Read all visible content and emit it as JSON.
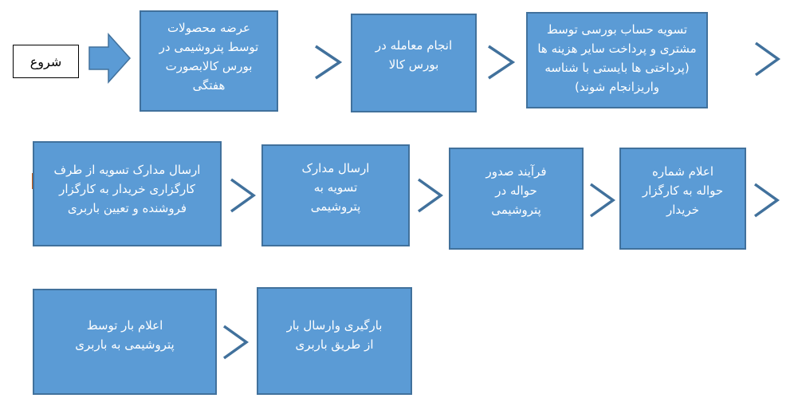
{
  "diagram": {
    "type": "flowchart",
    "direction": "left-to-right, wrapping rows",
    "colors": {
      "box_fill": "#5b9bd5",
      "box_border": "#41719c",
      "box_text": "#ffffff",
      "chevron": "#41719c",
      "start_border": "#000000"
    },
    "start": {
      "label": "شروع"
    },
    "steps": [
      {
        "id": 1,
        "label": "عرضه محصولات\nتوسط پتروشیمی در\nبورس کالابصورت\nهفتگی"
      },
      {
        "id": 2,
        "label": "انجام معامله در\nبورس کالا"
      },
      {
        "id": 3,
        "label": "تسویه حساب بورسی توسط\nمشتری و پرداخت سایر هزینه ها\n(پرداختی ها بایستی با شناسه\nواریزانجام شوند)"
      },
      {
        "id": 4,
        "label": "ارسال مدارک تسویه از طرف\nکارگزاری خریدار به کارگزار\nفروشنده و تعیین باربری"
      },
      {
        "id": 5,
        "label": "ارسال مدارک\nتسویه به\nپتروشیمی"
      },
      {
        "id": 6,
        "label": "فرآیند صدور\nحواله در\nپتروشیمی"
      },
      {
        "id": 7,
        "label": "اعلام شماره\nحواله به کارگزار\nخریدار"
      },
      {
        "id": 8,
        "label": "اعلام بار توسط\nپتروشیمی به باربری"
      },
      {
        "id": 9,
        "label": "بارگیری وارسال بار\nاز طریق باربری"
      }
    ],
    "connectors": [
      {
        "from": "start",
        "to": 1,
        "shape": "block-arrow"
      },
      {
        "from": 1,
        "to": 2,
        "shape": "chevron"
      },
      {
        "from": 2,
        "to": 3,
        "shape": "chevron"
      },
      {
        "from": 3,
        "to": 4,
        "shape": "chevron"
      },
      {
        "from": 4,
        "to": 5,
        "shape": "chevron"
      },
      {
        "from": 5,
        "to": 6,
        "shape": "chevron"
      },
      {
        "from": 6,
        "to": 7,
        "shape": "chevron"
      },
      {
        "from": 7,
        "to": 8,
        "shape": "chevron"
      },
      {
        "from": 8,
        "to": 9,
        "shape": "chevron"
      }
    ]
  }
}
